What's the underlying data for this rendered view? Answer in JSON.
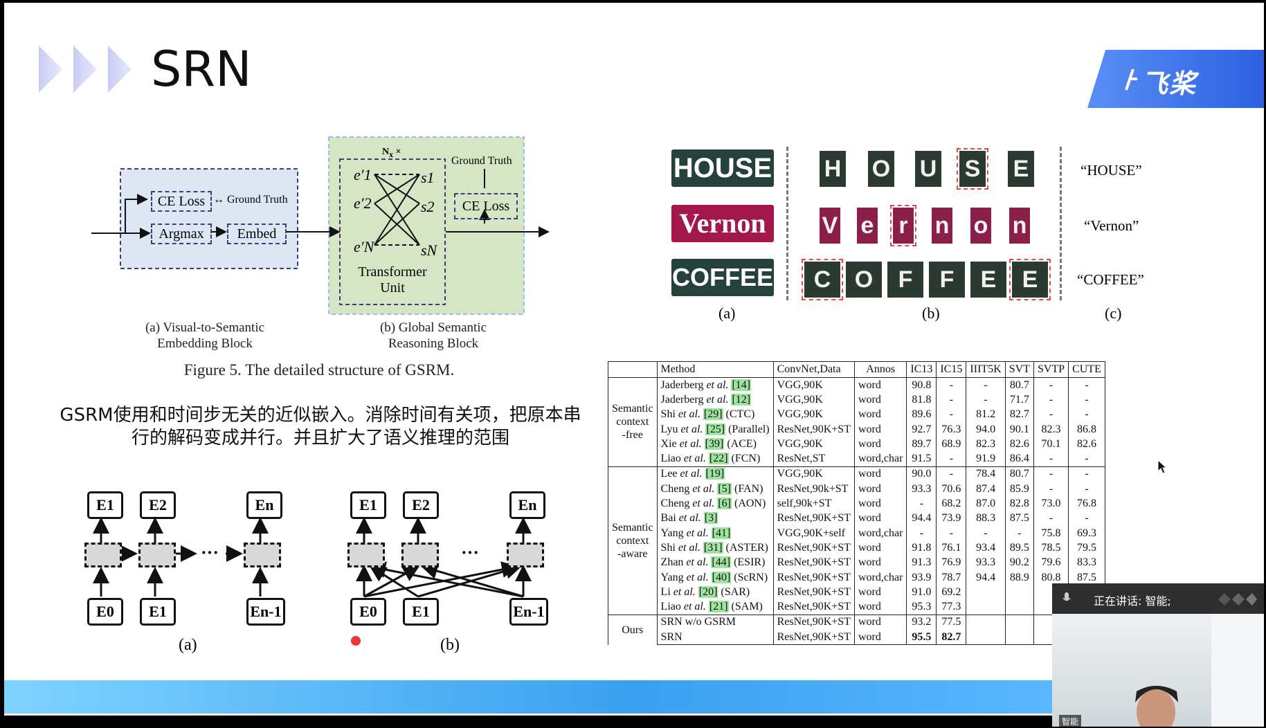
{
  "slide": {
    "title": "SRN",
    "logo_text": "飞桨",
    "chinese_text_line1": "GSRM使用和时间步无关的近似嵌入。消除时间有关项，把原本串",
    "chinese_text_line2": "行的解码变成并行。并且扩大了语义推理的范围"
  },
  "gsrm_figure": {
    "ce_loss_a": "CE Loss",
    "ground_truth_a": "Ground Truth",
    "argmax": "Argmax",
    "embed": "Embed",
    "nx": "N",
    "nx_suffix": "×",
    "e1": "e′1",
    "e2": "e′2",
    "eN": "e′N",
    "s1": "s1",
    "s2": "s2",
    "sN": "sN",
    "transformer": "Transformer",
    "unit": "Unit",
    "ground_truth_b": "Ground Truth",
    "ce_loss_b": "CE Loss",
    "caption_a_1": "(a) Visual-to-Semantic",
    "caption_a_2": "Embedding Block",
    "caption_b_1": "(b) Global Semantic",
    "caption_b_2": "Reasoning Block",
    "figure_caption": "Figure 5. The detailed structure of GSRM."
  },
  "decoding_figure": {
    "top_a": [
      "E1",
      "E2",
      "En"
    ],
    "bottom_a": [
      "E0",
      "E1",
      "En-1"
    ],
    "top_b": [
      "E1",
      "E2",
      "En"
    ],
    "bottom_b": [
      "E0",
      "E1",
      "En-1"
    ],
    "ellipsis": "···",
    "label_a": "(a)",
    "label_b": "(b)"
  },
  "examples": {
    "rows": [
      {
        "word_image": "HOUSE",
        "chars": [
          "H",
          "O",
          "U",
          "S",
          "E"
        ],
        "red": [
          3
        ],
        "label": "“HOUSE”"
      },
      {
        "word_image": "Vernon",
        "chars": [
          "V",
          "e",
          "r",
          "n",
          "o",
          "n"
        ],
        "red": [
          2
        ],
        "label": "“Vernon”"
      },
      {
        "word_image": "COFFEE",
        "chars": [
          "C",
          "O",
          "F",
          "F",
          "E",
          "E"
        ],
        "red": [
          0,
          5
        ],
        "label": "“COFFEE”"
      }
    ],
    "label_a": "(a)",
    "label_b": "(b)",
    "label_c": "(c)"
  },
  "table": {
    "headers": [
      "",
      "Method",
      "ConvNet,Data",
      "Annos",
      "IC13",
      "IC15",
      "IIIT5K",
      "SVT",
      "SVTP",
      "CUTE"
    ],
    "groups": [
      {
        "name_lines": [
          "Semantic",
          "context",
          "-free"
        ],
        "rows": [
          {
            "author": "Jaderberg",
            "etal": "et al.",
            "cite": "[14]",
            "suffix": "",
            "data": [
              "VGG,90K",
              "word",
              "90.8",
              "-",
              "-",
              "80.7",
              "-",
              "-"
            ]
          },
          {
            "author": "Jaderberg",
            "etal": "et al.",
            "cite": "[12]",
            "suffix": "",
            "data": [
              "VGG,90K",
              "word",
              "81.8",
              "-",
              "-",
              "71.7",
              "-",
              "-"
            ]
          },
          {
            "author": "Shi",
            "etal": "et al.",
            "cite": "[29]",
            "suffix": "(CTC)",
            "data": [
              "VGG,90K",
              "word",
              "89.6",
              "-",
              "81.2",
              "82.7",
              "-",
              "-"
            ]
          },
          {
            "author": "Lyu",
            "etal": "et al.",
            "cite": "[25]",
            "suffix": "(Parallel)",
            "data": [
              "ResNet,90K+ST",
              "word",
              "92.7",
              "76.3",
              "94.0",
              "90.1",
              "82.3",
              "86.8"
            ]
          },
          {
            "author": "Xie",
            "etal": "et al.",
            "cite": "[39]",
            "suffix": "(ACE)",
            "data": [
              "VGG,90K",
              "word",
              "89.7",
              "68.9",
              "82.3",
              "82.6",
              "70.1",
              "82.6"
            ]
          },
          {
            "author": "Liao",
            "etal": "et al.",
            "cite": "[22]",
            "suffix": "(FCN)",
            "data": [
              "ResNet,ST",
              "word,char",
              "91.5",
              "-",
              "91.9",
              "86.4",
              "-",
              "-"
            ]
          }
        ]
      },
      {
        "name_lines": [
          "Semantic",
          "context",
          "-aware"
        ],
        "rows": [
          {
            "author": "Lee",
            "etal": "et al.",
            "cite": "[19]",
            "suffix": "",
            "data": [
              "VGG,90K",
              "word",
              "90.0",
              "-",
              "78.4",
              "80.7",
              "-",
              "-"
            ]
          },
          {
            "author": "Cheng",
            "etal": "et al.",
            "cite": "[5]",
            "suffix": "(FAN)",
            "data": [
              "ResNet,90k+ST",
              "word",
              "93.3",
              "70.6",
              "87.4",
              "85.9",
              "-",
              "-"
            ]
          },
          {
            "author": "Cheng",
            "etal": "et al.",
            "cite": "[6]",
            "suffix": "(AON)",
            "data": [
              "self,90k+ST",
              "word",
              "-",
              "68.2",
              "87.0",
              "82.8",
              "73.0",
              "76.8"
            ]
          },
          {
            "author": "Bai",
            "etal": "et al.",
            "cite": "[3]",
            "suffix": "",
            "data": [
              "ResNet,90K+ST",
              "word",
              "94.4",
              "73.9",
              "88.3",
              "87.5",
              "-",
              "-"
            ]
          },
          {
            "author": "Yang",
            "etal": "et al.",
            "cite": "[41]",
            "suffix": "",
            "data": [
              "VGG,90K+self",
              "word,char",
              "-",
              "-",
              "-",
              "-",
              "75.8",
              "69.3"
            ]
          },
          {
            "author": "Shi",
            "etal": "et al.",
            "cite": "[31]",
            "suffix": "(ASTER)",
            "data": [
              "ResNet,90K+ST",
              "word",
              "91.8",
              "76.1",
              "93.4",
              "89.5",
              "78.5",
              "79.5"
            ]
          },
          {
            "author": "Zhan",
            "etal": "et al.",
            "cite": "[44]",
            "suffix": "(ESIR)",
            "data": [
              "ResNet,90K+ST",
              "word",
              "91.3",
              "76.9",
              "93.3",
              "90.2",
              "79.6",
              "83.3"
            ]
          },
          {
            "author": "Yang",
            "etal": "et al.",
            "cite": "[40]",
            "suffix": "(ScRN)",
            "data": [
              "ResNet,90K+ST",
              "word,char",
              "93.9",
              "78.7",
              "94.4",
              "88.9",
              "80.8",
              "87.5"
            ]
          },
          {
            "author": "Li",
            "etal": "et al.",
            "cite": "[20]",
            "suffix": "(SAR)",
            "data": [
              "ResNet,90K+ST",
              "word",
              "91.0",
              "69.2",
              "",
              "",
              "",
              ""
            ]
          },
          {
            "author": "Liao",
            "etal": "et al.",
            "cite": "[21]",
            "suffix": "(SAM)",
            "data": [
              "ResNet,90K+ST",
              "word",
              "95.3",
              "77.3",
              "",
              "",
              "",
              ""
            ]
          }
        ]
      },
      {
        "name_lines": [
          "Ours"
        ],
        "rows": [
          {
            "author": "SRN w/o GSRM",
            "etal": "",
            "cite": "",
            "suffix": "",
            "data": [
              "ResNet,90K+ST",
              "word",
              "93.2",
              "77.5",
              "",
              "",
              "",
              ""
            ]
          },
          {
            "author": "SRN",
            "etal": "",
            "cite": "",
            "suffix": "",
            "data": [
              "ResNet,90K+ST",
              "word",
              "95.5",
              "82.7",
              "",
              "",
              "",
              ""
            ],
            "bold_cols": [
              2,
              3
            ]
          }
        ]
      }
    ]
  },
  "video": {
    "speaking_label": "正在讲话: 智能;",
    "name_label": "智能"
  },
  "colors": {
    "logo": "#2a5fe0",
    "bottom_bar": "#3aa0f0",
    "cite_highlight": "#9fe59f",
    "gsrm_bg": "#d6e5c3",
    "vse_bg": "#dde6f3"
  }
}
